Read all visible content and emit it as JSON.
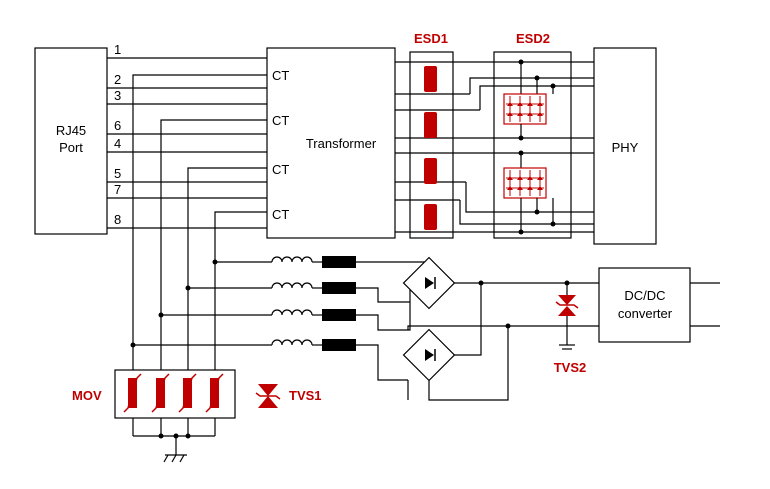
{
  "diagram": {
    "blocks": {
      "rj45_line1": "RJ45",
      "rj45_line2": "Port",
      "transformer": "Transformer",
      "phy": "PHY",
      "dcdc_line1": "DC/DC",
      "dcdc_line2": "converter"
    },
    "pins": [
      "1",
      "2",
      "3",
      "6",
      "4",
      "5",
      "7",
      "8"
    ],
    "ct_labels": [
      "CT",
      "CT",
      "CT",
      "CT"
    ],
    "component_labels": {
      "esd1": "ESD1",
      "esd2": "ESD2",
      "mov": "MOV",
      "tvs1": "TVS1",
      "tvs2": "TVS2"
    },
    "colors": {
      "protection": "#c00000",
      "wire": "#000000",
      "inductor_core": "#000000"
    }
  }
}
